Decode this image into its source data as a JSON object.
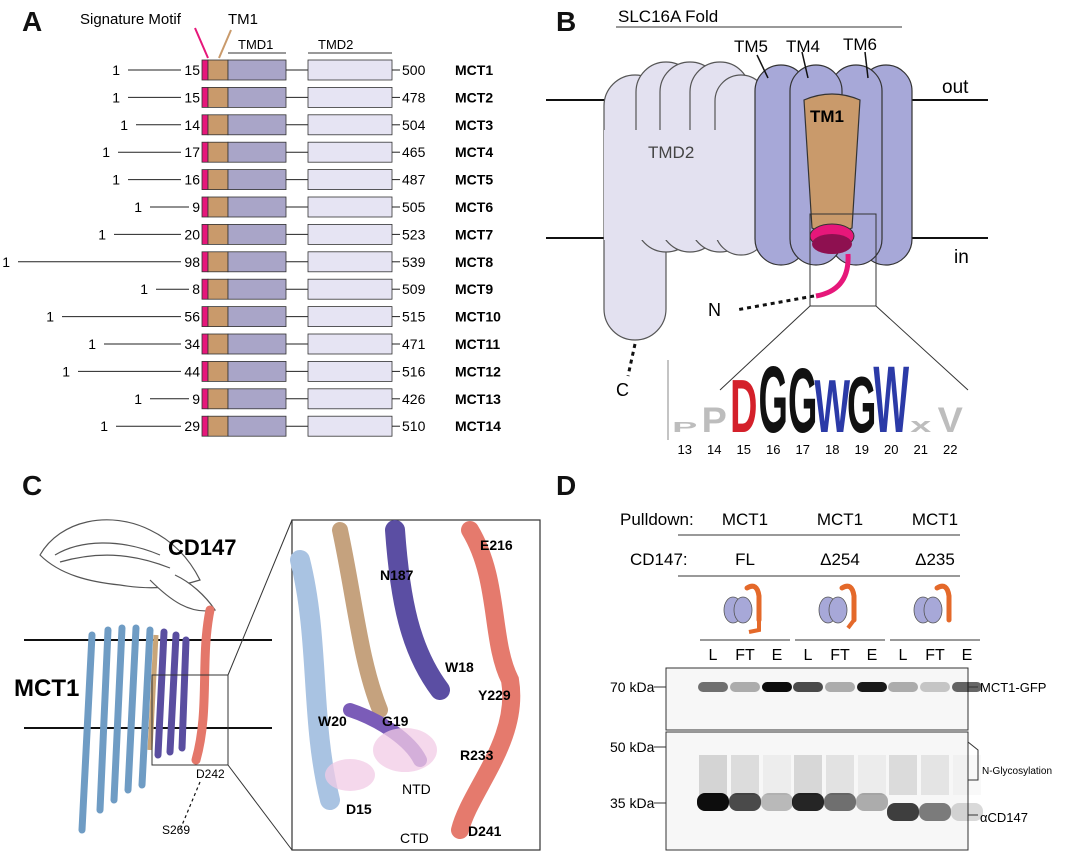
{
  "panels": {
    "A": {
      "letter": "A",
      "signature_motif_label": "Signature Motif",
      "tm1_label": "TM1",
      "tmd1_label": "TMD1",
      "tmd2_label": "TMD2",
      "start_residue": "1",
      "rows": [
        {
          "name": "MCT1",
          "motif_start": "15",
          "end": "500"
        },
        {
          "name": "MCT2",
          "motif_start": "15",
          "end": "478"
        },
        {
          "name": "MCT3",
          "motif_start": "14",
          "end": "504"
        },
        {
          "name": "MCT4",
          "motif_start": "17",
          "end": "465"
        },
        {
          "name": "MCT5",
          "motif_start": "16",
          "end": "487"
        },
        {
          "name": "MCT6",
          "motif_start": "9",
          "end": "505"
        },
        {
          "name": "MCT7",
          "motif_start": "20",
          "end": "523"
        },
        {
          "name": "MCT8",
          "motif_start": "98",
          "end": "539"
        },
        {
          "name": "MCT9",
          "motif_start": "8",
          "end": "509"
        },
        {
          "name": "MCT10",
          "motif_start": "56",
          "end": "515"
        },
        {
          "name": "MCT11",
          "motif_start": "34",
          "end": "471"
        },
        {
          "name": "MCT12",
          "motif_start": "44",
          "end": "516"
        },
        {
          "name": "MCT13",
          "motif_start": "9",
          "end": "426"
        },
        {
          "name": "MCT14",
          "motif_start": "29",
          "end": "510"
        }
      ],
      "colors": {
        "motif": "#e6177a",
        "tm1": "#c99a6b",
        "tmd1": "#a9a5c8",
        "tmd2": "#e6e4f3"
      }
    },
    "B": {
      "letter": "B",
      "fold_label": "SLC16A Fold",
      "tmd2_label": "TMD2",
      "tm5_label": "TM5",
      "tm4_label": "TM4",
      "tm6_label": "TM6",
      "tm1_label": "TM1",
      "out_label": "out",
      "in_label": "in",
      "n_label": "N",
      "c_label": "C",
      "logo_letters": [
        {
          "char": "P",
          "pos": "13",
          "color": "#bdbdbd",
          "h": 0.15
        },
        {
          "char": "P",
          "pos": "14",
          "color": "#bdbdbd",
          "h": 0.35
        },
        {
          "char": "D",
          "pos": "15",
          "color": "#d4202a",
          "h": 0.75
        },
        {
          "char": "G",
          "pos": "16",
          "color": "#111111",
          "h": 0.95
        },
        {
          "char": "G",
          "pos": "17",
          "color": "#111111",
          "h": 0.92
        },
        {
          "char": "W",
          "pos": "18",
          "color": "#2b3aa7",
          "h": 0.75
        },
        {
          "char": "G",
          "pos": "19",
          "color": "#111111",
          "h": 0.8
        },
        {
          "char": "W",
          "pos": "20",
          "color": "#2b3aa7",
          "h": 0.95
        },
        {
          "char": "x",
          "pos": "21",
          "color": "#bdbdbd",
          "h": 0.2
        },
        {
          "char": "V",
          "pos": "22",
          "color": "#bdbdbd",
          "h": 0.35
        }
      ],
      "colors": {
        "tmd2": "#e3e1f0",
        "tmd1": "#a7a8d8",
        "tm1": "#c99a6b",
        "motif": "#e6177a"
      }
    },
    "C": {
      "letter": "C",
      "cd147_label": "CD147",
      "mct1_label": "MCT1",
      "d242_label": "D242",
      "s269_label": "S269",
      "residues": [
        {
          "label": "N187"
        },
        {
          "label": "E216"
        },
        {
          "label": "W18"
        },
        {
          "label": "Y229"
        },
        {
          "label": "W20"
        },
        {
          "label": "G19"
        },
        {
          "label": "R233"
        },
        {
          "label": "NTD"
        },
        {
          "label": "D15"
        },
        {
          "label": "D241"
        },
        {
          "label": "CTD"
        }
      ]
    },
    "D": {
      "letter": "D",
      "pulldown_label": "Pulldown:",
      "cd147_label": "CD147:",
      "groups": [
        {
          "pulldown": "MCT1",
          "construct": "FL"
        },
        {
          "pulldown": "MCT1",
          "construct": "Δ254"
        },
        {
          "pulldown": "MCT1",
          "construct": "Δ235"
        }
      ],
      "lanes": [
        "L",
        "FT",
        "E"
      ],
      "markers": [
        "70 kDa",
        "50 kDa",
        "35 kDa"
      ],
      "labels": {
        "mct1_gfp": "MCT1-GFP",
        "glyco": "N-Glycosylation",
        "acd147": "αCD147"
      }
    }
  }
}
